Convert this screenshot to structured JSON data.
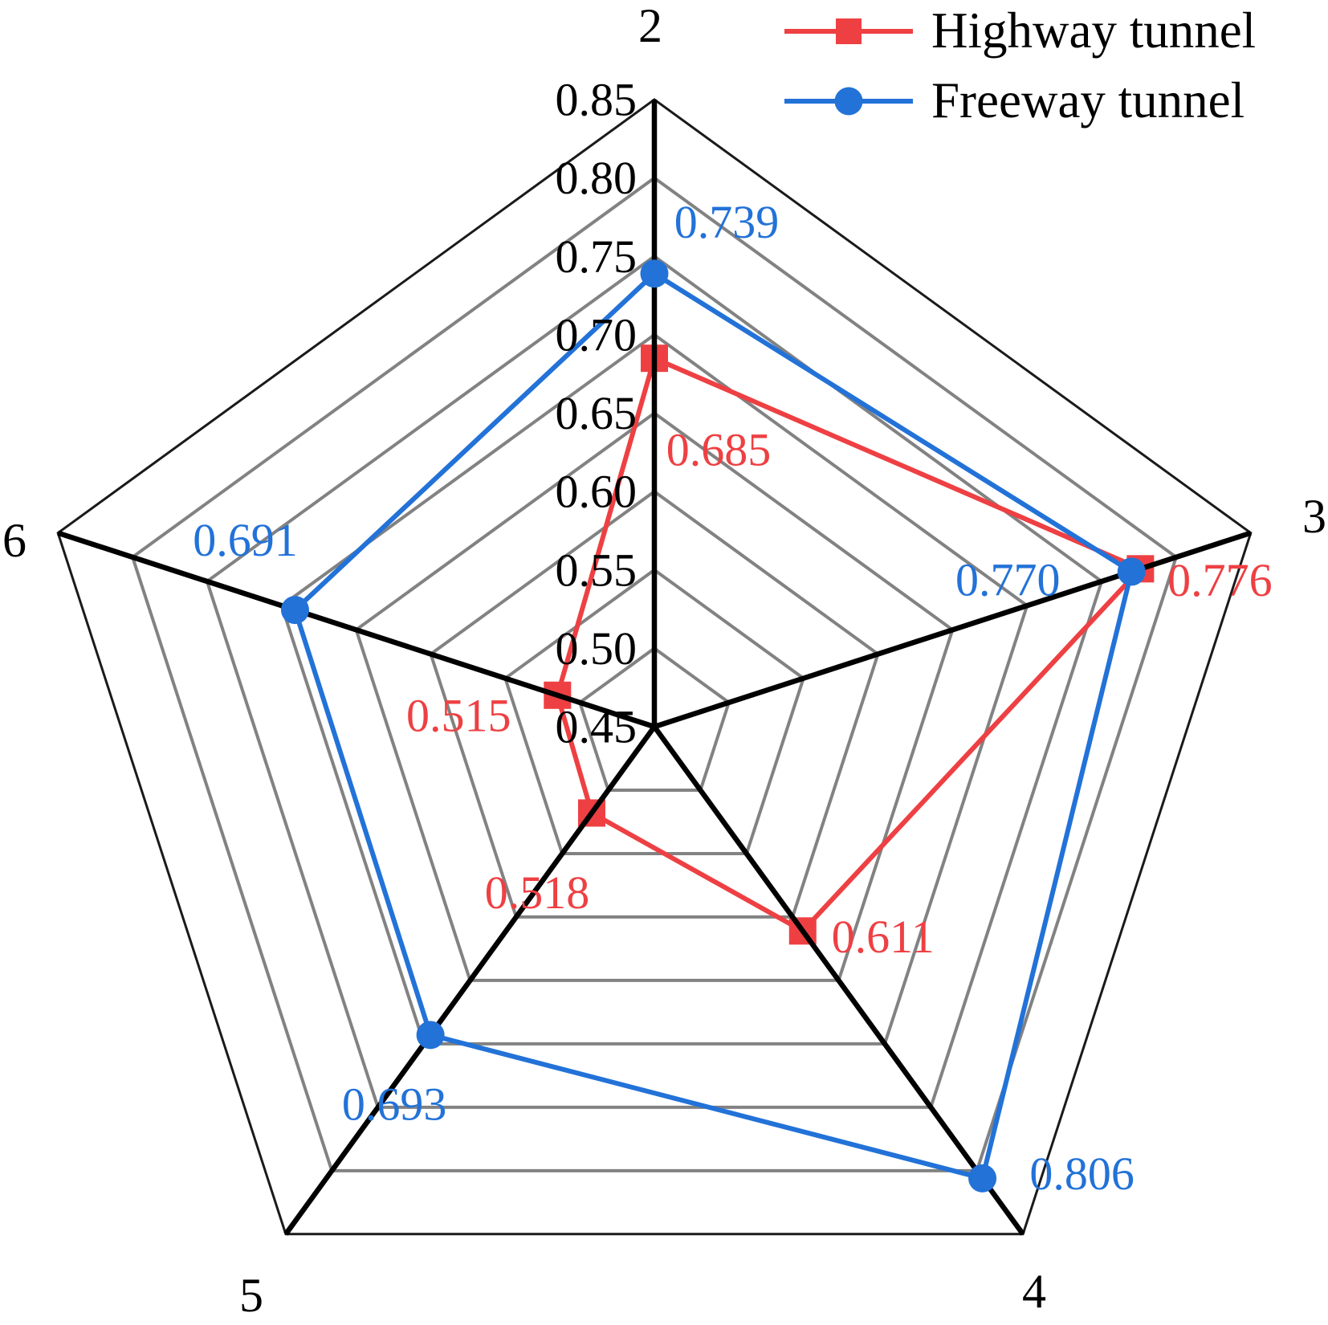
{
  "chart_data": {
    "type": "radar",
    "title": "",
    "categories": [
      "2",
      "3",
      "4",
      "5",
      "6"
    ],
    "series": [
      {
        "name": "Highway tunnel",
        "color": "#EE4043",
        "marker": "square",
        "values": [
          0.685,
          0.776,
          0.611,
          0.518,
          0.515
        ],
        "point_labels": [
          "0.685",
          "0.776",
          "0.611",
          "0.518",
          "0.515"
        ]
      },
      {
        "name": "Freeway tunnel",
        "color": "#2272D8",
        "marker": "circle",
        "values": [
          0.739,
          0.77,
          0.806,
          0.693,
          0.691
        ],
        "point_labels": [
          "0.739",
          "0.770",
          "0.806",
          "0.693",
          "0.691"
        ]
      }
    ],
    "raxis": {
      "min": 0.45,
      "max": 0.85,
      "step": 0.05,
      "tick_labels": [
        "0.45",
        "0.50",
        "0.55",
        "0.60",
        "0.65",
        "0.70",
        "0.75",
        "0.80",
        "0.85"
      ]
    },
    "grid": true,
    "legend_position": "top-right",
    "colors": {
      "grid_ring": "#828282",
      "outer_ring": "#1a1a1a",
      "spoke": "#000000",
      "tick_text": "#000000"
    }
  }
}
